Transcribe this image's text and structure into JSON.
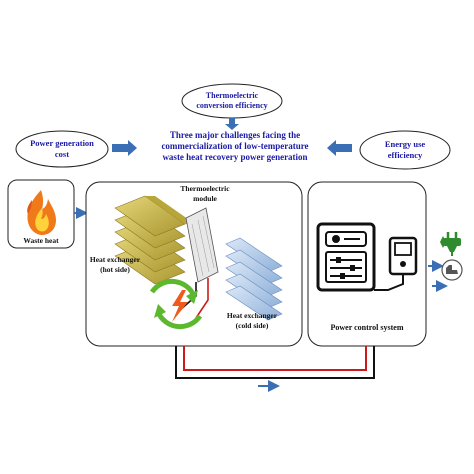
{
  "top_ellipse": {
    "line1": "Thermoelectric",
    "line2": "conversion efficiency"
  },
  "left_ellipse": {
    "line1": "Power generation",
    "line2": "cost"
  },
  "right_ellipse": {
    "line1": "Energy use",
    "line2": "efficiency"
  },
  "center_text": {
    "line1": "Three major challenges facing the",
    "line2": "commercialization of low-temperature",
    "line3": "waste heat recovery power generation"
  },
  "waste_heat": {
    "label": "Waste heat"
  },
  "module": {
    "te_line1": "Thermoelectric",
    "te_line2": "module",
    "hot_line1": "Heat exchanger",
    "hot_line2": "(hot side)",
    "cold_line1": "Heat exchanger",
    "cold_line2": "(cold side)"
  },
  "power_control": {
    "label": "Power control system"
  },
  "icons": [
    "fire-icon",
    "lightning-icon",
    "refresh-arrows-icon",
    "control-panel-icon",
    "plug-icon",
    "hand-icon"
  ],
  "colors": {
    "ellipse_text": "#1a1aa6",
    "arrow_blue": "#3a6fb5",
    "fin_hot": "#c9b84a",
    "fin_cold": "#a9c4e6",
    "wire_red": "#cc1a1a",
    "cycle_green": "#5cb82e"
  }
}
